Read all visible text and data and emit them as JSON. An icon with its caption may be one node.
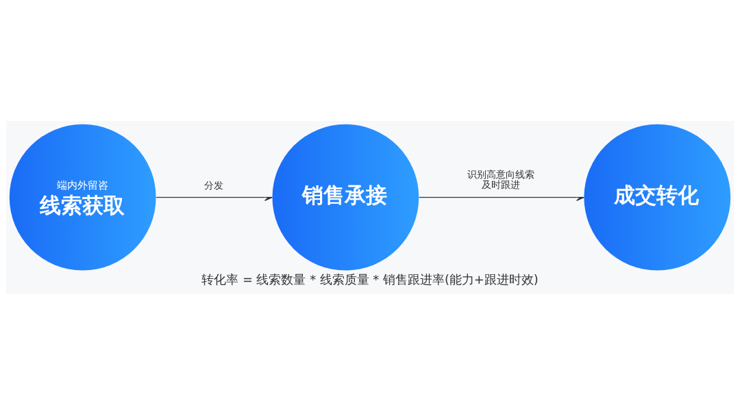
{
  "diagram": {
    "caption": "转化率 = 线索数量 * 线索质量 * 销售跟进率(能力+跟进时效)",
    "nodes": [
      {
        "text": [
          "端内外留咨",
          "线索获取"
        ]
      },
      {
        "text": [
          "销售承接"
        ]
      },
      {
        "text": [
          "成交转化"
        ]
      }
    ],
    "edges": [
      {
        "from": 0,
        "to": 1,
        "arrow": "to",
        "label": "分发"
      },
      {
        "from": 1,
        "to": 2,
        "arrow": "to",
        "label": "识别高意向线索及时跟进"
      }
    ]
  }
}
